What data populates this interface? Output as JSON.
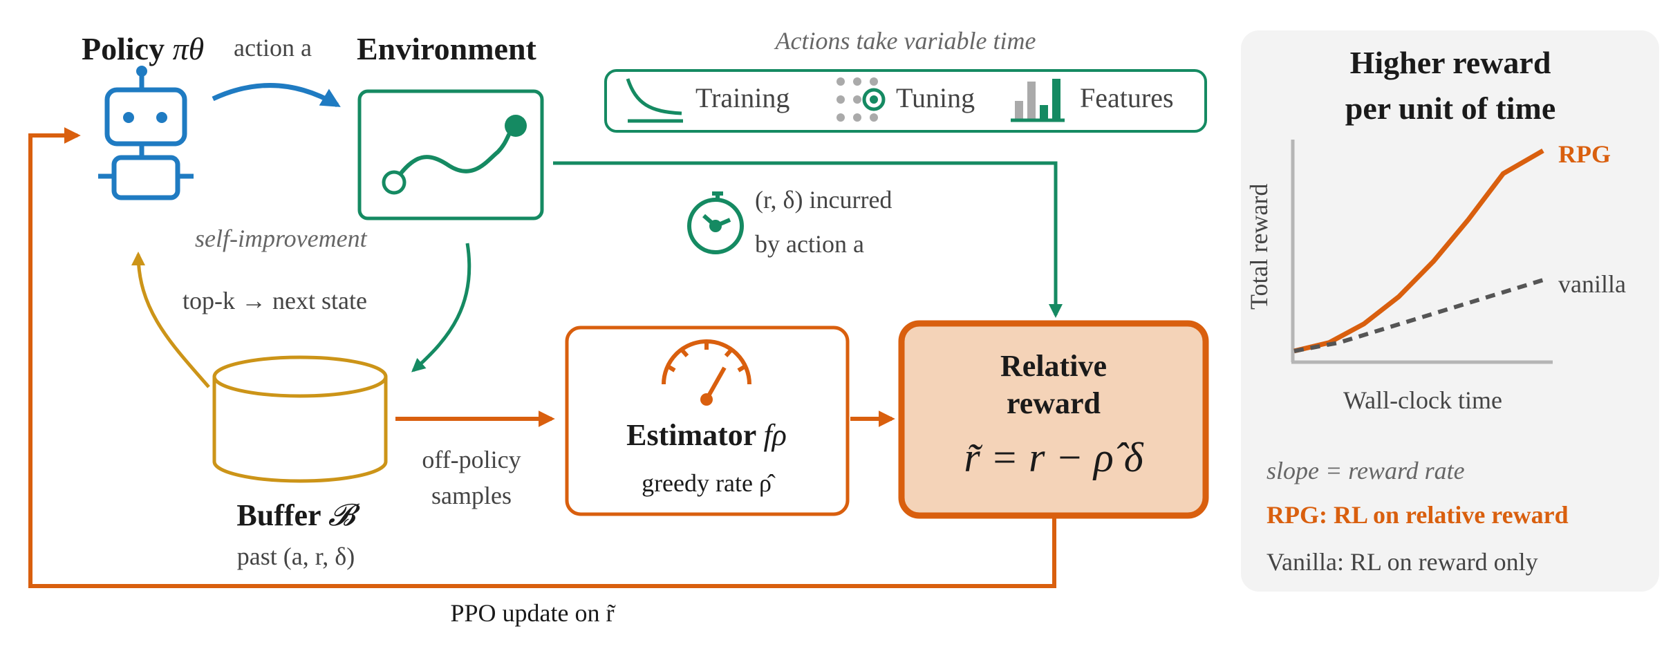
{
  "colors": {
    "policy_blue": "#1f7bc2",
    "env_green": "#158a62",
    "rpg_orange": "#d95f0e",
    "buffer_gold": "#cc9418",
    "reward_fill": "#f4d3b8",
    "vanilla_gray": "#555555",
    "panel_bg": "#f3f3f3"
  },
  "policy": {
    "title": "Policy",
    "symbol": "πθ",
    "icon": "robot-icon"
  },
  "action_label": "action a",
  "environment": {
    "title": "Environment",
    "icon": "trajectory-icon"
  },
  "actions_box": {
    "caption": "Actions take variable time",
    "items": [
      {
        "label": "Training",
        "icon": "decay-curve-icon"
      },
      {
        "label": "Tuning",
        "icon": "grid-target-icon"
      },
      {
        "label": "Features",
        "icon": "bar-chart-icon"
      }
    ]
  },
  "incurred": {
    "line1": "(r, δ) incurred",
    "line2": "by action a",
    "icon": "stopwatch-icon"
  },
  "self_improvement": "self-improvement",
  "topk": "top-k → next state",
  "buffer": {
    "title": "Buffer",
    "symbol": "𝓑",
    "subtitle": "past (a, r, δ)"
  },
  "off_policy": {
    "line1": "off-policy",
    "line2": "samples"
  },
  "estimator": {
    "title": "Estimator",
    "symbol": "fρ",
    "subtitle": "greedy rate ρ̂",
    "icon": "gauge-icon"
  },
  "relative_reward": {
    "line1": "Relative",
    "line2": "reward",
    "formula": "r̃ = r − ρ̂ δ"
  },
  "ppo_update": "PPO update on r̃",
  "panel": {
    "title_line1": "Higher reward",
    "title_line2": "per unit of time",
    "caption_slope": "slope = reward rate",
    "caption_rpg": "RPG: RL on relative reward",
    "caption_vanilla": "Vanilla: RL on reward only"
  },
  "chart_data": {
    "type": "line",
    "xlabel": "Wall-clock time",
    "ylabel": "Total reward",
    "xlim": [
      0,
      1
    ],
    "ylim": [
      0,
      1
    ],
    "grid": false,
    "series": [
      {
        "name": "RPG",
        "color": "#d95f0e",
        "style": "solid",
        "x": [
          0,
          0.14,
          0.28,
          0.42,
          0.56,
          0.7,
          0.84,
          1.0
        ],
        "y": [
          0.04,
          0.08,
          0.17,
          0.3,
          0.47,
          0.67,
          0.89,
          1.0
        ]
      },
      {
        "name": "vanilla",
        "color": "#555555",
        "style": "dashed",
        "x": [
          0,
          0.18,
          1.0
        ],
        "y": [
          0.04,
          0.08,
          0.38
        ]
      }
    ]
  }
}
